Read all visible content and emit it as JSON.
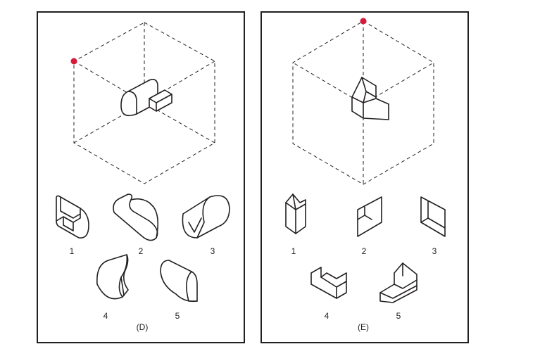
{
  "panels": [
    {
      "label": "(D)",
      "options": [
        "1",
        "2",
        "3",
        "4",
        "5"
      ]
    },
    {
      "label": "(E)",
      "options": [
        "1",
        "2",
        "3",
        "4",
        "5"
      ]
    }
  ],
  "colors": {
    "marker": "#d7193a",
    "ink": "#231f20"
  },
  "icons": {
    "marker": "red-dot-marker"
  }
}
